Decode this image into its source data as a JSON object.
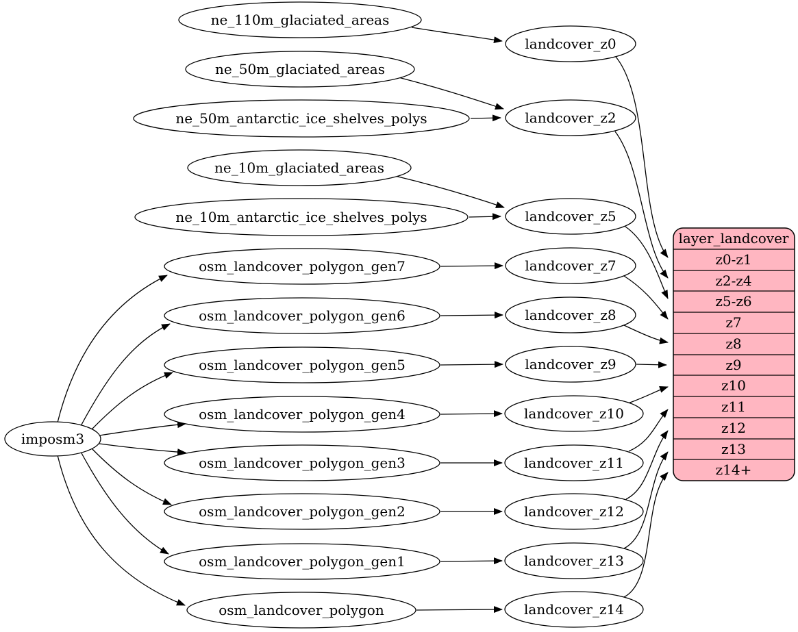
{
  "diagram": {
    "root": {
      "label": "imposm3"
    },
    "sources": [
      {
        "label": "ne_110m_glaciated_areas"
      },
      {
        "label": "ne_50m_glaciated_areas"
      },
      {
        "label": "ne_50m_antarctic_ice_shelves_polys"
      },
      {
        "label": "ne_10m_glaciated_areas"
      },
      {
        "label": "ne_10m_antarctic_ice_shelves_polys"
      },
      {
        "label": "osm_landcover_polygon_gen7"
      },
      {
        "label": "osm_landcover_polygon_gen6"
      },
      {
        "label": "osm_landcover_polygon_gen5"
      },
      {
        "label": "osm_landcover_polygon_gen4"
      },
      {
        "label": "osm_landcover_polygon_gen3"
      },
      {
        "label": "osm_landcover_polygon_gen2"
      },
      {
        "label": "osm_landcover_polygon_gen1"
      },
      {
        "label": "osm_landcover_polygon"
      }
    ],
    "intermediates": [
      {
        "label": "landcover_z0"
      },
      {
        "label": "landcover_z2"
      },
      {
        "label": "landcover_z5"
      },
      {
        "label": "landcover_z7"
      },
      {
        "label": "landcover_z8"
      },
      {
        "label": "landcover_z9"
      },
      {
        "label": "landcover_z10"
      },
      {
        "label": "landcover_z11"
      },
      {
        "label": "landcover_z12"
      },
      {
        "label": "landcover_z13"
      },
      {
        "label": "landcover_z14"
      }
    ],
    "record": {
      "title": "layer_landcover",
      "rows": [
        "z0-z1",
        "z2-z4",
        "z5-z6",
        "z7",
        "z8",
        "z9",
        "z10",
        "z11",
        "z12",
        "z13",
        "z14+"
      ]
    },
    "edges": [
      {
        "from": "imposm3",
        "to": "osm_landcover_polygon_gen7"
      },
      {
        "from": "imposm3",
        "to": "osm_landcover_polygon_gen6"
      },
      {
        "from": "imposm3",
        "to": "osm_landcover_polygon_gen5"
      },
      {
        "from": "imposm3",
        "to": "osm_landcover_polygon_gen4"
      },
      {
        "from": "imposm3",
        "to": "osm_landcover_polygon_gen3"
      },
      {
        "from": "imposm3",
        "to": "osm_landcover_polygon_gen2"
      },
      {
        "from": "imposm3",
        "to": "osm_landcover_polygon_gen1"
      },
      {
        "from": "imposm3",
        "to": "osm_landcover_polygon"
      },
      {
        "from": "ne_110m_glaciated_areas",
        "to": "landcover_z0"
      },
      {
        "from": "ne_50m_glaciated_areas",
        "to": "landcover_z2"
      },
      {
        "from": "ne_50m_antarctic_ice_shelves_polys",
        "to": "landcover_z2"
      },
      {
        "from": "ne_10m_glaciated_areas",
        "to": "landcover_z5"
      },
      {
        "from": "ne_10m_antarctic_ice_shelves_polys",
        "to": "landcover_z5"
      },
      {
        "from": "osm_landcover_polygon_gen7",
        "to": "landcover_z7"
      },
      {
        "from": "osm_landcover_polygon_gen6",
        "to": "landcover_z8"
      },
      {
        "from": "osm_landcover_polygon_gen5",
        "to": "landcover_z9"
      },
      {
        "from": "osm_landcover_polygon_gen4",
        "to": "landcover_z10"
      },
      {
        "from": "osm_landcover_polygon_gen3",
        "to": "landcover_z11"
      },
      {
        "from": "osm_landcover_polygon_gen2",
        "to": "landcover_z12"
      },
      {
        "from": "osm_landcover_polygon_gen1",
        "to": "landcover_z13"
      },
      {
        "from": "osm_landcover_polygon",
        "to": "landcover_z14"
      },
      {
        "from": "landcover_z0",
        "to": "layer_landcover:z0-z1"
      },
      {
        "from": "landcover_z2",
        "to": "layer_landcover:z2-z4"
      },
      {
        "from": "landcover_z5",
        "to": "layer_landcover:z5-z6"
      },
      {
        "from": "landcover_z7",
        "to": "layer_landcover:z7"
      },
      {
        "from": "landcover_z8",
        "to": "layer_landcover:z8"
      },
      {
        "from": "landcover_z9",
        "to": "layer_landcover:z9"
      },
      {
        "from": "landcover_z10",
        "to": "layer_landcover:z10"
      },
      {
        "from": "landcover_z11",
        "to": "layer_landcover:z11"
      },
      {
        "from": "landcover_z12",
        "to": "layer_landcover:z12"
      },
      {
        "from": "landcover_z13",
        "to": "layer_landcover:z13"
      },
      {
        "from": "landcover_z14",
        "to": "layer_landcover:z14+"
      }
    ]
  },
  "colors": {
    "record_fill": "#ffb6c1",
    "node_fill": "#ffffff",
    "edge_stroke": "#000000",
    "background": "#ffffff"
  }
}
